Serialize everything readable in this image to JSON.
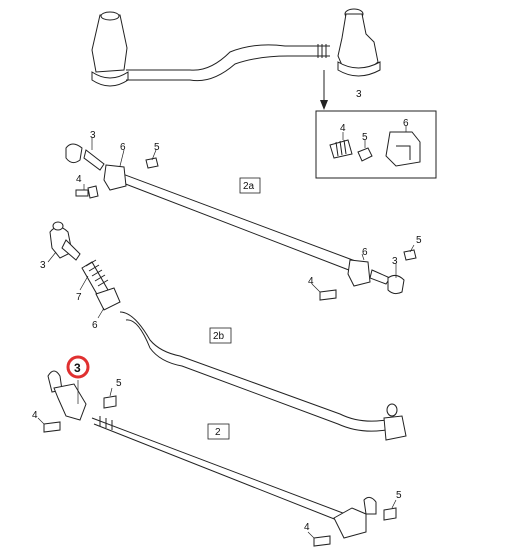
{
  "diagram": {
    "box_labels": [
      "2a",
      "2b",
      "2"
    ],
    "inset_labels": [
      "4",
      "5",
      "6"
    ],
    "top_assembly_label": "3",
    "callouts": {
      "a2": [
        "3",
        "6",
        "5",
        "4",
        "6",
        "4",
        "5",
        "3"
      ],
      "b2": [
        "3",
        "7",
        "6"
      ],
      "main": [
        "3",
        "5",
        "4",
        "5",
        "4"
      ]
    },
    "highlight": {
      "label": "3",
      "color": "#e03030"
    },
    "colors": {
      "line": "#222222",
      "background": "#ffffff"
    }
  }
}
